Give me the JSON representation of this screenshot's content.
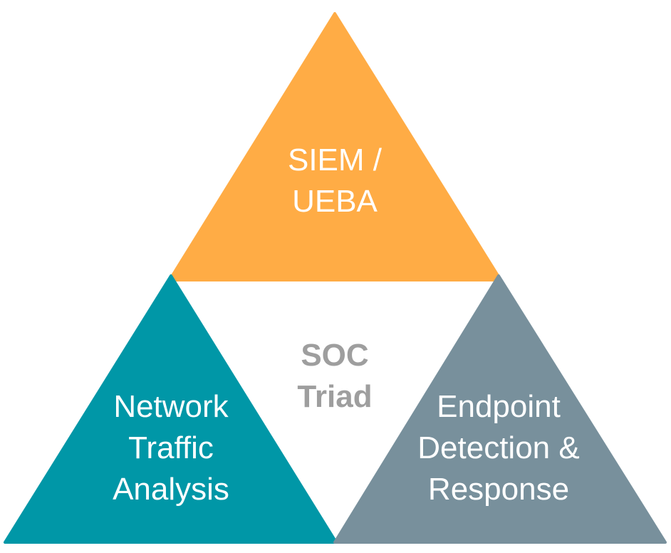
{
  "diagram": {
    "center": {
      "lines": [
        "SOC",
        "Triad"
      ],
      "color": "#9e9e9e"
    },
    "segments": [
      {
        "id": "top",
        "lines": [
          "SIEM /",
          "UEBA"
        ],
        "color": "#ffac45",
        "text_color": "#ffffff"
      },
      {
        "id": "left",
        "lines": [
          "Network",
          "Traffic",
          "Analysis"
        ],
        "color": "#0097a7",
        "text_color": "#ffffff"
      },
      {
        "id": "right",
        "lines": [
          "Endpoint",
          "Detection &",
          "Response"
        ],
        "color": "#78909c",
        "text_color": "#ffffff"
      }
    ]
  }
}
